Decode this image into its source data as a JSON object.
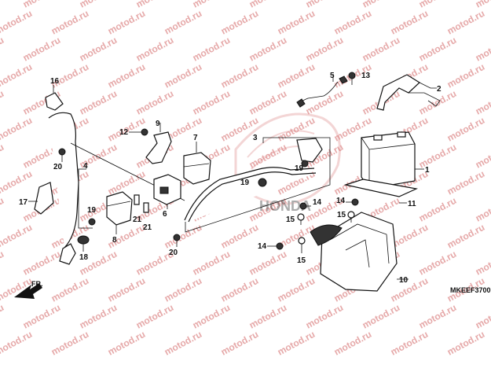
{
  "watermark_text": "motod.ru",
  "diagram_code": "MKEEF3700",
  "fr_label": "FR.",
  "brand_watermark": "HONDA",
  "callouts": {
    "c1": "1",
    "c2": "2",
    "c3": "3",
    "c4": "4",
    "c5": "5",
    "c6": "6",
    "c7": "7",
    "c8": "8",
    "c9": "9",
    "c10": "10",
    "c11": "11",
    "c12": "12",
    "c13": "13",
    "c14a": "14",
    "c14b": "14",
    "c14c": "14",
    "c15a": "15",
    "c15b": "15",
    "c15c": "15",
    "c16": "16",
    "c17": "17",
    "c18": "18",
    "c19a": "19",
    "c19b": "19",
    "c19c": "19",
    "c20a": "20",
    "c20b": "20",
    "c21a": "21",
    "c21b": "21"
  },
  "colors": {
    "watermark": "#e6a9a9",
    "ink": "#111111"
  }
}
